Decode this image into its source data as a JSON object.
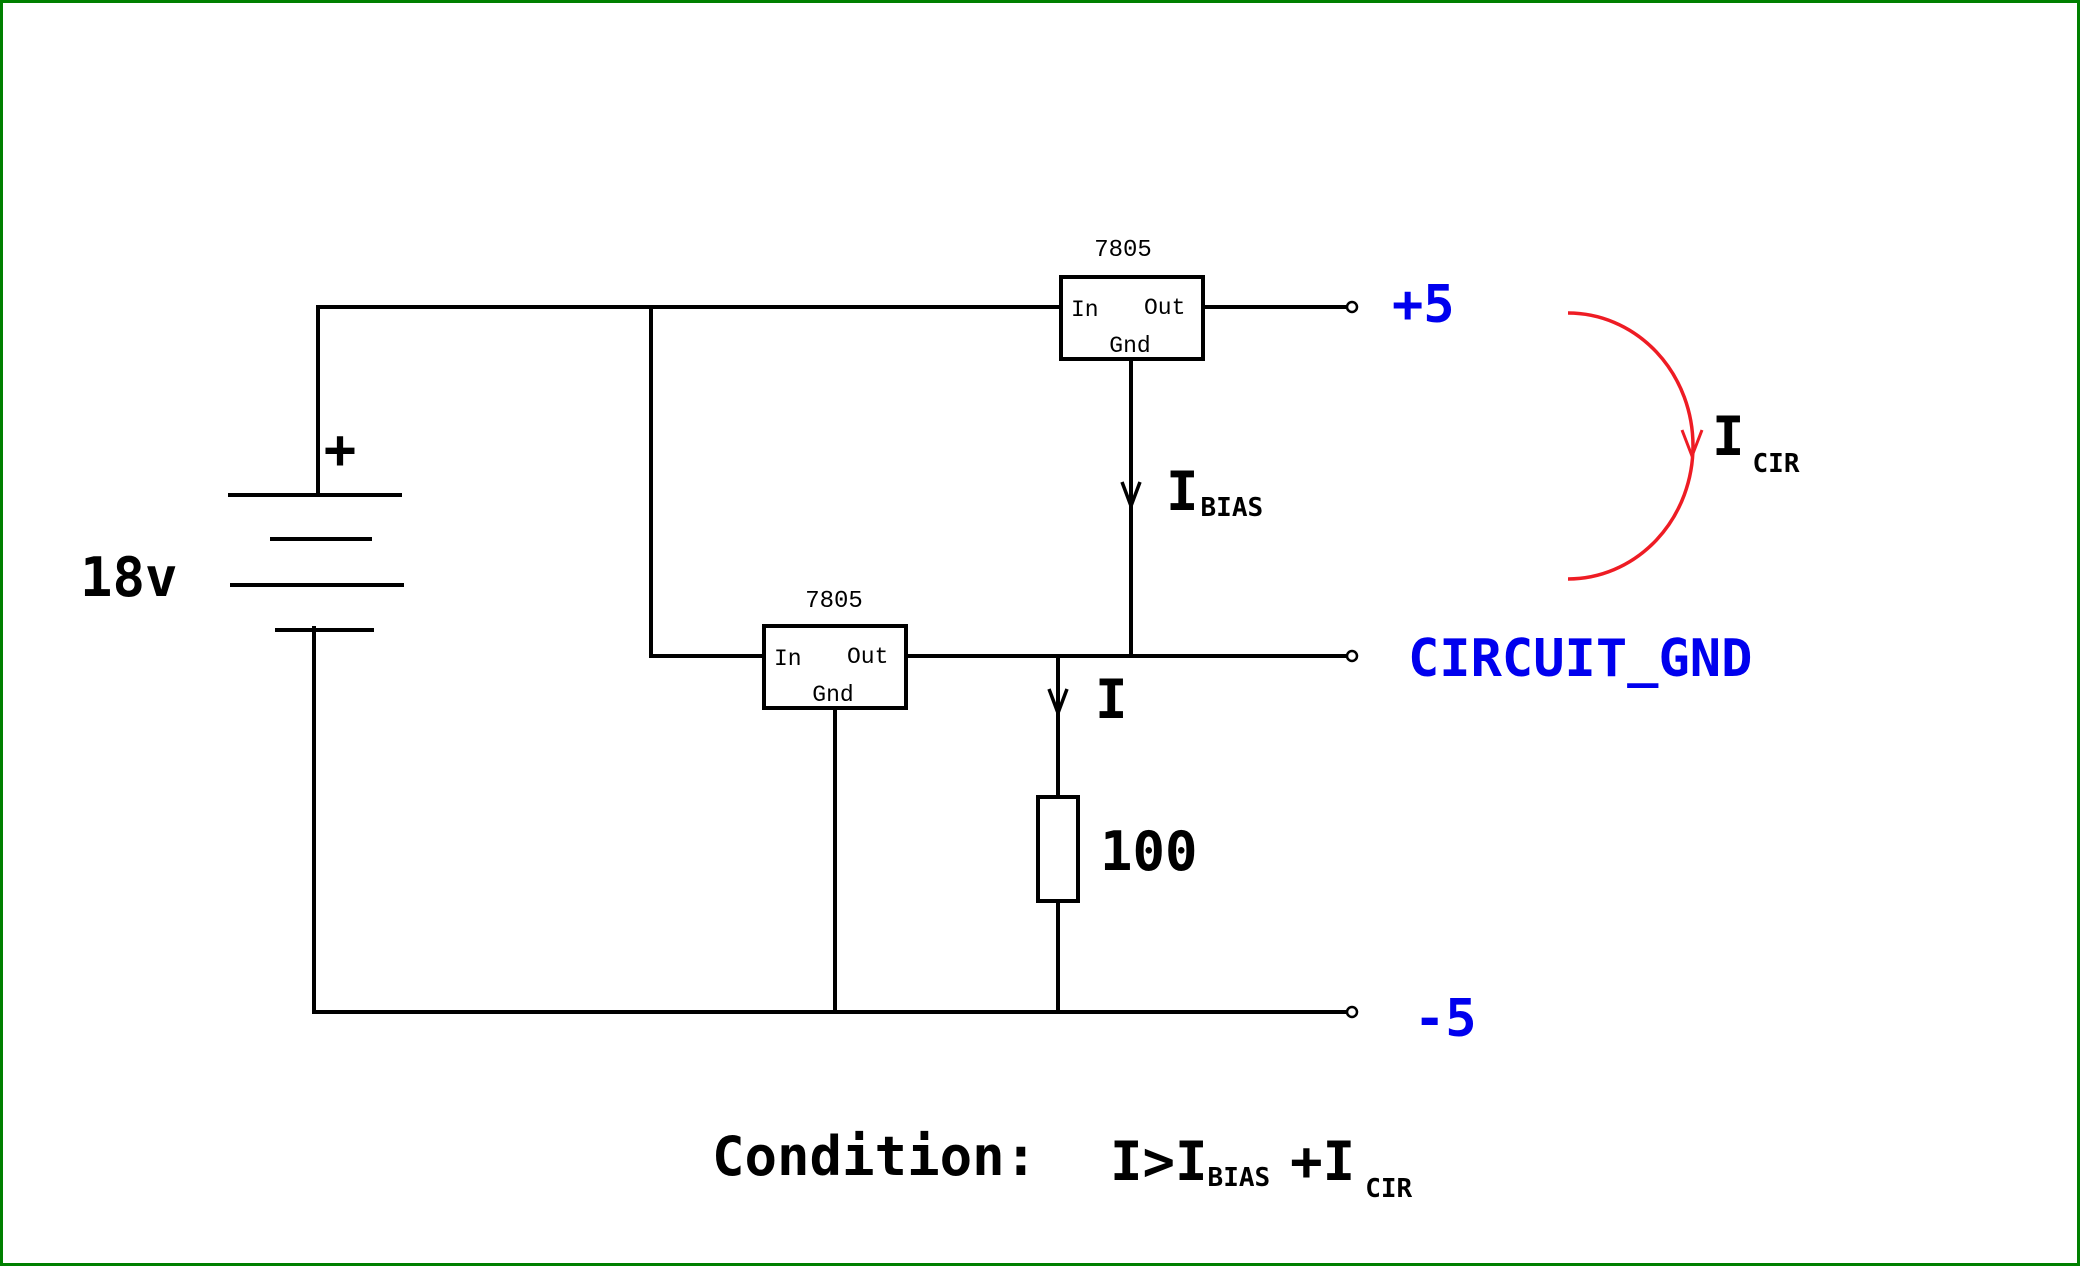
{
  "colors": {
    "frame": "#008000",
    "wire": "#000000",
    "terminal_label": "#0000ee",
    "circulating_arrow": "#ee1c24"
  },
  "battery": {
    "voltage": "18v",
    "plus": "+"
  },
  "regulator_top": {
    "part": "7805",
    "pin_in": "In",
    "pin_out": "Out",
    "pin_gnd": "Gnd"
  },
  "regulator_bottom": {
    "part": "7805",
    "pin_in": "In",
    "pin_out": "Out",
    "pin_gnd": "Gnd"
  },
  "resistor": {
    "value": "100"
  },
  "terminals": {
    "pos": "+5",
    "gnd": "CIRCUIT_GND",
    "neg": "-5"
  },
  "currents": {
    "bias_main": "I",
    "bias_sub": "BIAS",
    "i": "I",
    "cir_main": "I",
    "cir_sub": "CIR"
  },
  "condition": {
    "label": "Condition:",
    "expr_a": "I>I",
    "sub_bias": "BIAS",
    "plus_i": "+I",
    "sub_cir": "CIR"
  }
}
